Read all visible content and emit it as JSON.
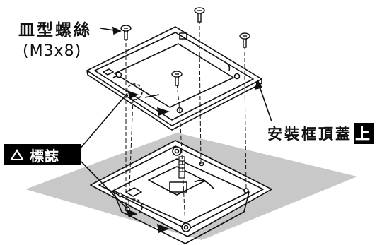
{
  "labels": {
    "screw_name": "皿型螺絲",
    "screw_spec": "(M3x8)",
    "top_cover": "安裝框頂蓋",
    "top_badge": "上",
    "mark": "標誌"
  },
  "colors": {
    "line": "#111111",
    "shadow": "#c8c8c8",
    "label_bg": "#000000",
    "label_text": "#ffffff"
  },
  "icons": [
    "screw-icon",
    "triangle-mark-icon"
  ]
}
